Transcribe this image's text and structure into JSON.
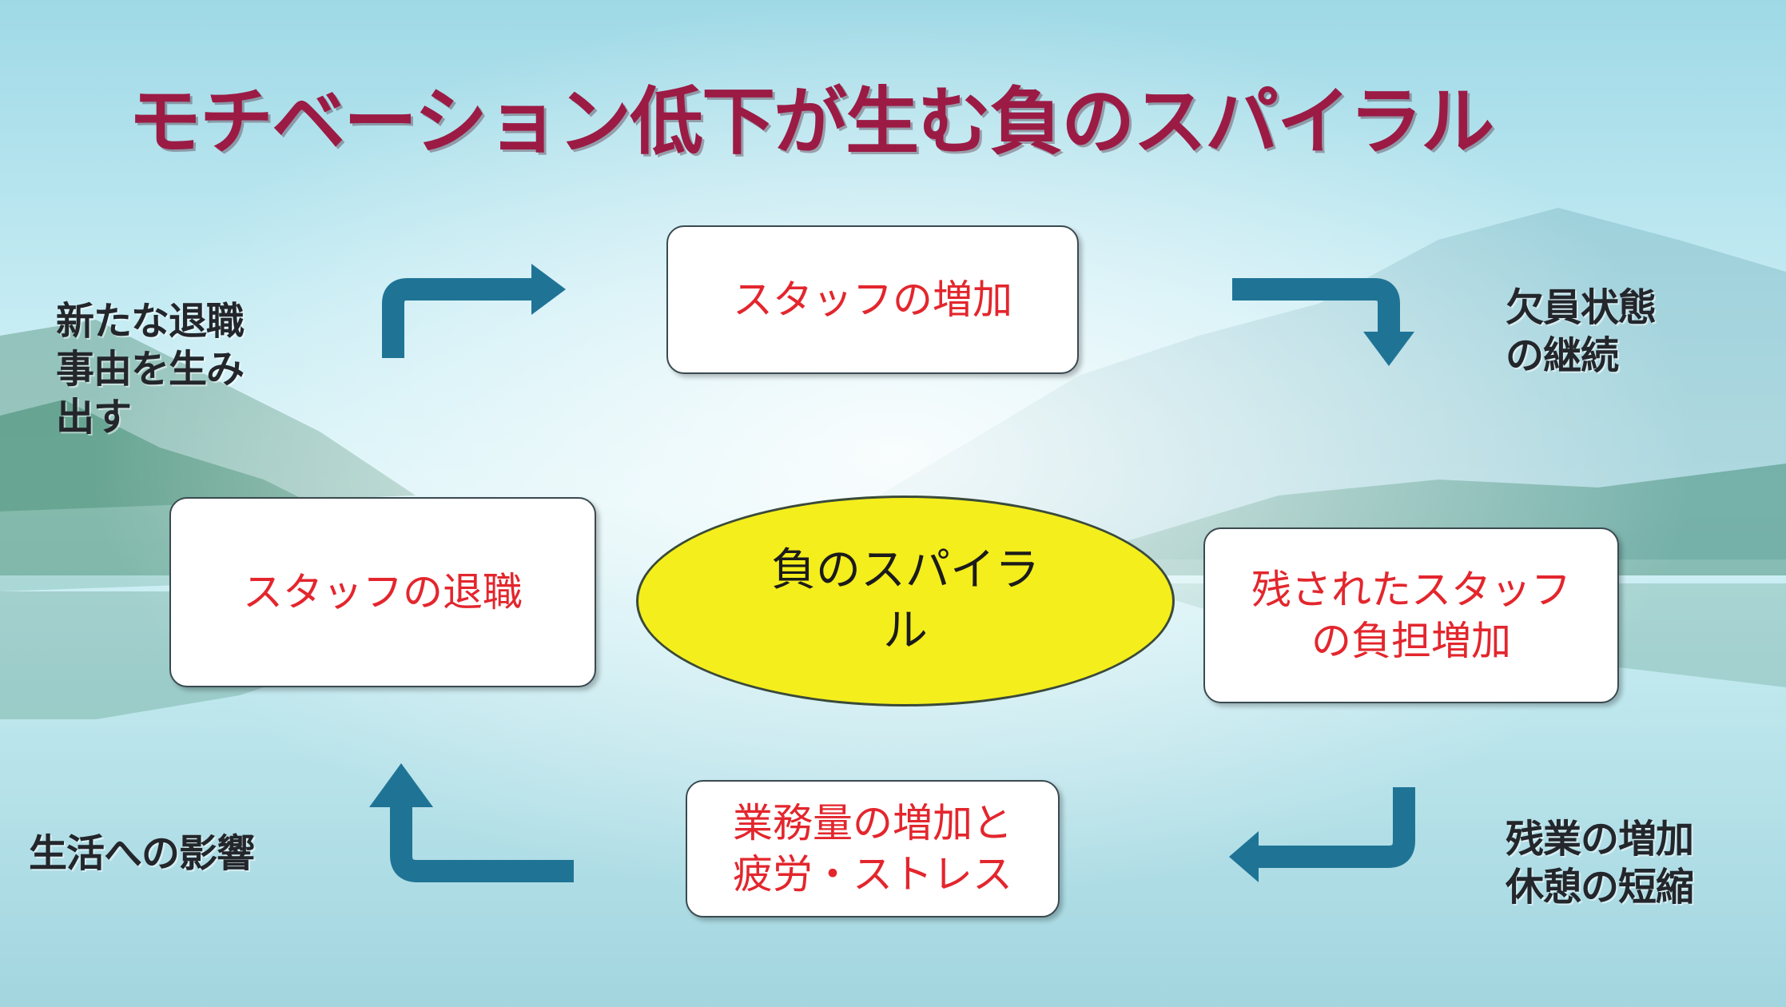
{
  "title": "モチベーション低下が生む負のスパイラル",
  "center": {
    "line1": "負のスパイラ",
    "line2": "ル"
  },
  "boxes": {
    "top": "スタッフの増加",
    "left": "スタッフの退職",
    "right": {
      "line1": "残されたスタッフ",
      "line2": "の負担増加"
    },
    "bottom": {
      "line1": "業務量の増加と",
      "line2": "疲労・ストレス"
    }
  },
  "side_labels": {
    "top_left": {
      "line1": "新たな退職",
      "line2": "事由を生み",
      "line3": "出す"
    },
    "top_right": {
      "line1": "欠員状態",
      "line2": "の継続"
    },
    "bottom_right": {
      "line1": "残業の増加",
      "line2": "休憩の短縮"
    },
    "bottom_left": "生活への影響"
  },
  "colors": {
    "title": "#9b1b45",
    "box_text": "#e3262d",
    "ellipse_fill": "#f4ee1c",
    "arrow": "#1f7496"
  }
}
